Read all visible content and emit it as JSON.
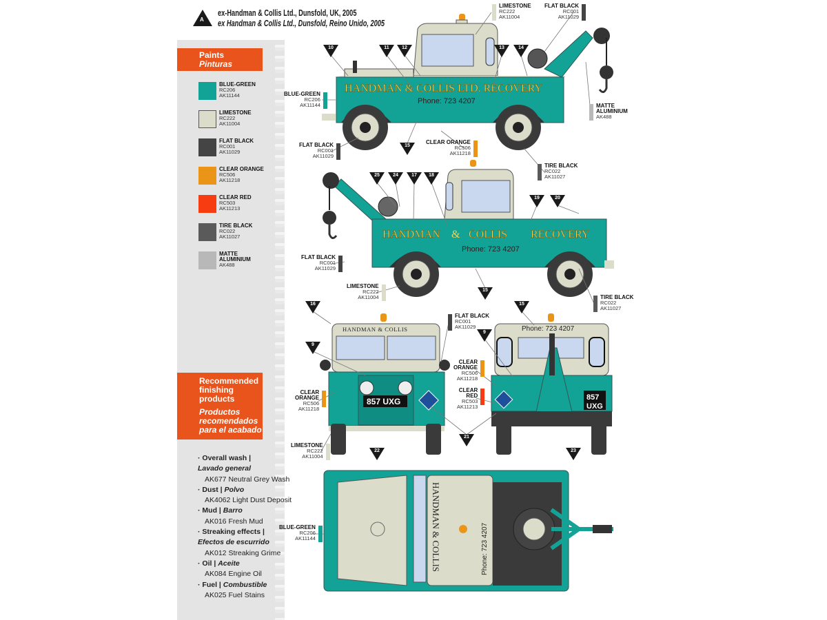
{
  "header": {
    "marker": "A",
    "title": "ex-Handman & Collis Ltd., Dunsfold, UK, 2005",
    "title_es": "ex Handman & Collis Ltd., Dunsfold, Reino Unido, 2005"
  },
  "paints": {
    "title": "Paints",
    "title_es": "Pinturas",
    "items": [
      {
        "name": "BLUE-GREEN",
        "rc": "RC206",
        "ak": "AK11144",
        "color": "#12a396"
      },
      {
        "name": "LIMESTONE",
        "rc": "RC222",
        "ak": "AK11004",
        "color": "#dcdccb"
      },
      {
        "name": "FLAT BLACK",
        "rc": "RC001",
        "ak": "AK11029",
        "color": "#444444"
      },
      {
        "name": "CLEAR ORANGE",
        "rc": "RC506",
        "ak": "AK11218",
        "color": "#ea9518"
      },
      {
        "name": "CLEAR RED",
        "rc": "RC503",
        "ak": "AK11213",
        "color": "#f83c12"
      },
      {
        "name": "TIRE BLACK",
        "rc": "RC022",
        "ak": "AK11027",
        "color": "#5a5a5a"
      },
      {
        "name": "MATTE",
        "name2": "ALUMINIUM",
        "ak": "AK488",
        "color": "#b8b8b8"
      }
    ]
  },
  "finishing": {
    "title": [
      "Recommended",
      "finishing",
      "products"
    ],
    "title_es": [
      "Productos",
      "recomendados",
      "para el acabado"
    ],
    "items": [
      {
        "h": "· Overall wash |",
        "h_es": "Lavado general",
        "p": "AK677 Neutral Grey Wash"
      },
      {
        "h": "· Dust |",
        "h_es": "Polvo",
        "p": "AK4062 Light Dust Deposit"
      },
      {
        "h": "· Mud |",
        "h_es": "Barro",
        "p": "AK016 Fresh Mud"
      },
      {
        "h": "· Streaking effects |",
        "h_es": "Efectos de escurrido",
        "p": "AK012 Streaking Grime"
      },
      {
        "h": "· Oil |",
        "h_es": "Aceite",
        "p": "AK084 Engine Oil"
      },
      {
        "h": "· Fuel |",
        "h_es": "Combustible",
        "p": "AK025 Fuel Stains"
      }
    ]
  },
  "vehicle": {
    "side_text": "HANDMAN & COLLIS LTD. RECOVERY",
    "phone": "Phone: 723 4207",
    "side2_a": "HANDMAN",
    "side2_amp": "&",
    "side2_b": "COLLIS",
    "side2_c": "RECOVERY",
    "front_text": "HANDMAN & COLLIS",
    "plate": "857 UXG",
    "plate_rear_1": "857",
    "plate_rear_2": "UXG",
    "top_text": "HANDMAN & COLLIS"
  },
  "callouts": [
    {
      "name": "LIMESTONE",
      "rc": "RC222",
      "ak": "AK11004"
    },
    {
      "name": "FLAT BLACK",
      "rc": "RC001",
      "ak": "AK11029"
    },
    {
      "name": "BLUE-GREEN",
      "rc": "RC206",
      "ak": "AK11144"
    },
    {
      "name": "MATTE",
      "name2": "ALUMINIUM",
      "ak": "AK488"
    },
    {
      "name": "FLAT BLACK",
      "rc": "RC001",
      "ak": "AK11029"
    },
    {
      "name": "CLEAR ORANGE",
      "rc": "RC506",
      "ak": "AK11218"
    },
    {
      "name": "TIRE BLACK",
      "rc": "RC022",
      "ak": "AK11027"
    },
    {
      "name": "FLAT BLACK",
      "rc": "RC001",
      "ak": "AK11029"
    },
    {
      "name": "LIMESTONE",
      "rc": "RC222",
      "ak": "AK11004"
    },
    {
      "name": "TIRE BLACK",
      "rc": "RC022",
      "ak": "AK11027"
    },
    {
      "name": "FLAT BLACK",
      "rc": "RC001",
      "ak": "AK11029"
    },
    {
      "name": "CLEAR",
      "name2": "ORANGE",
      "rc": "RC506",
      "ak": "AK11218"
    },
    {
      "name": "CLEAR",
      "name2": "ORANGE",
      "rc": "RC506",
      "ak": "AK11218"
    },
    {
      "name": "CLEAR",
      "name2": "RED",
      "rc": "RC503",
      "ak": "AK11213"
    },
    {
      "name": "LIMESTONE",
      "rc": "RC222",
      "ak": "AK11004"
    },
    {
      "name": "BLUE-GREEN",
      "rc": "RC206",
      "ak": "AK11144"
    }
  ],
  "markers": [
    "10",
    "11",
    "12",
    "13",
    "14",
    "15",
    "25",
    "24",
    "17",
    "18",
    "19",
    "20",
    "15",
    "16",
    "15",
    "9",
    "9",
    "21",
    "22",
    "23"
  ]
}
